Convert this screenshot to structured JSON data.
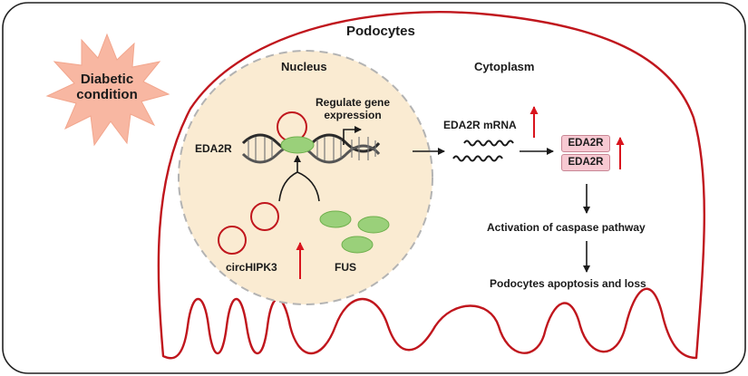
{
  "title": "Podocytes",
  "trigger": {
    "line1": "Diabetic",
    "line2": "condition"
  },
  "nucleus": {
    "label": "Nucleus",
    "gene_label": "EDA2R",
    "regulate_line1": "Regulate gene",
    "regulate_line2": "expression",
    "circrna_label": "circHIPK3",
    "fus_label": "FUS"
  },
  "cytoplasm": {
    "label": "Cytoplasm",
    "mrna_label": "EDA2R mRNA",
    "protein_labels": [
      "EDA2R",
      "EDA2R"
    ],
    "step1": "Activation of caspase pathway",
    "step2": "Podocytes apoptosis and loss"
  },
  "colors": {
    "cell_membrane": "#c0161d",
    "nucleus_fill": "#faebd2",
    "nucleus_border": "#b3b3b3",
    "starburst": "#f8b7a2",
    "circrna": "#c0161d",
    "fus": "#9ad07a",
    "protein_fill": "#f7c9d2",
    "up_arrow": "#d9141d"
  },
  "icons": [
    "starburst-shape",
    "dna-helix-icon",
    "circrna-ring-icon",
    "fus-protein-icon",
    "up-arrow-icon",
    "transcription-start-arrow-icon",
    "mrna-squiggle-icon"
  ]
}
